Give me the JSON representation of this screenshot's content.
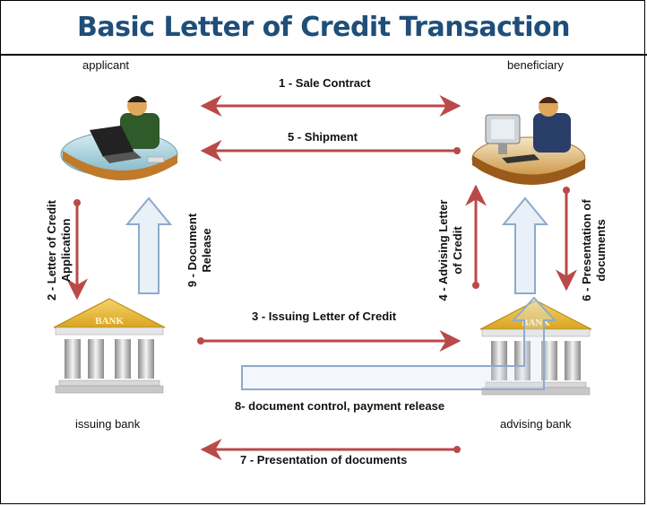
{
  "title": "Basic Letter of Credit Transaction",
  "parties": {
    "applicant": "applicant",
    "beneficiary": "beneficiary",
    "issuing_bank": "issuing bank",
    "advising_bank": "advising bank"
  },
  "bank_sign": "BANK",
  "steps": {
    "s1": "1 - Sale Contract",
    "s2_line1": "2 - Letter of Credit",
    "s2_line2": "Application",
    "s3": "3 - Issuing Letter of Credit",
    "s4_line1": "4 - Advising Letter",
    "s4_line2": "of Credit",
    "s5": "5 - Shipment",
    "s6_line1": "6 - Presentation of",
    "s6_line2": "documents",
    "s7": "7 - Presentation of documents",
    "s8": "8- document control, payment release",
    "s9_line1": "9 - Document",
    "s9_line2": "Release"
  },
  "colors": {
    "title": "#1f4e79",
    "arrow": "#b94a48",
    "big_arrow_fill": "#dce6f2",
    "big_arrow_stroke": "#8eaacc",
    "bank_roof": "#e8b830"
  }
}
